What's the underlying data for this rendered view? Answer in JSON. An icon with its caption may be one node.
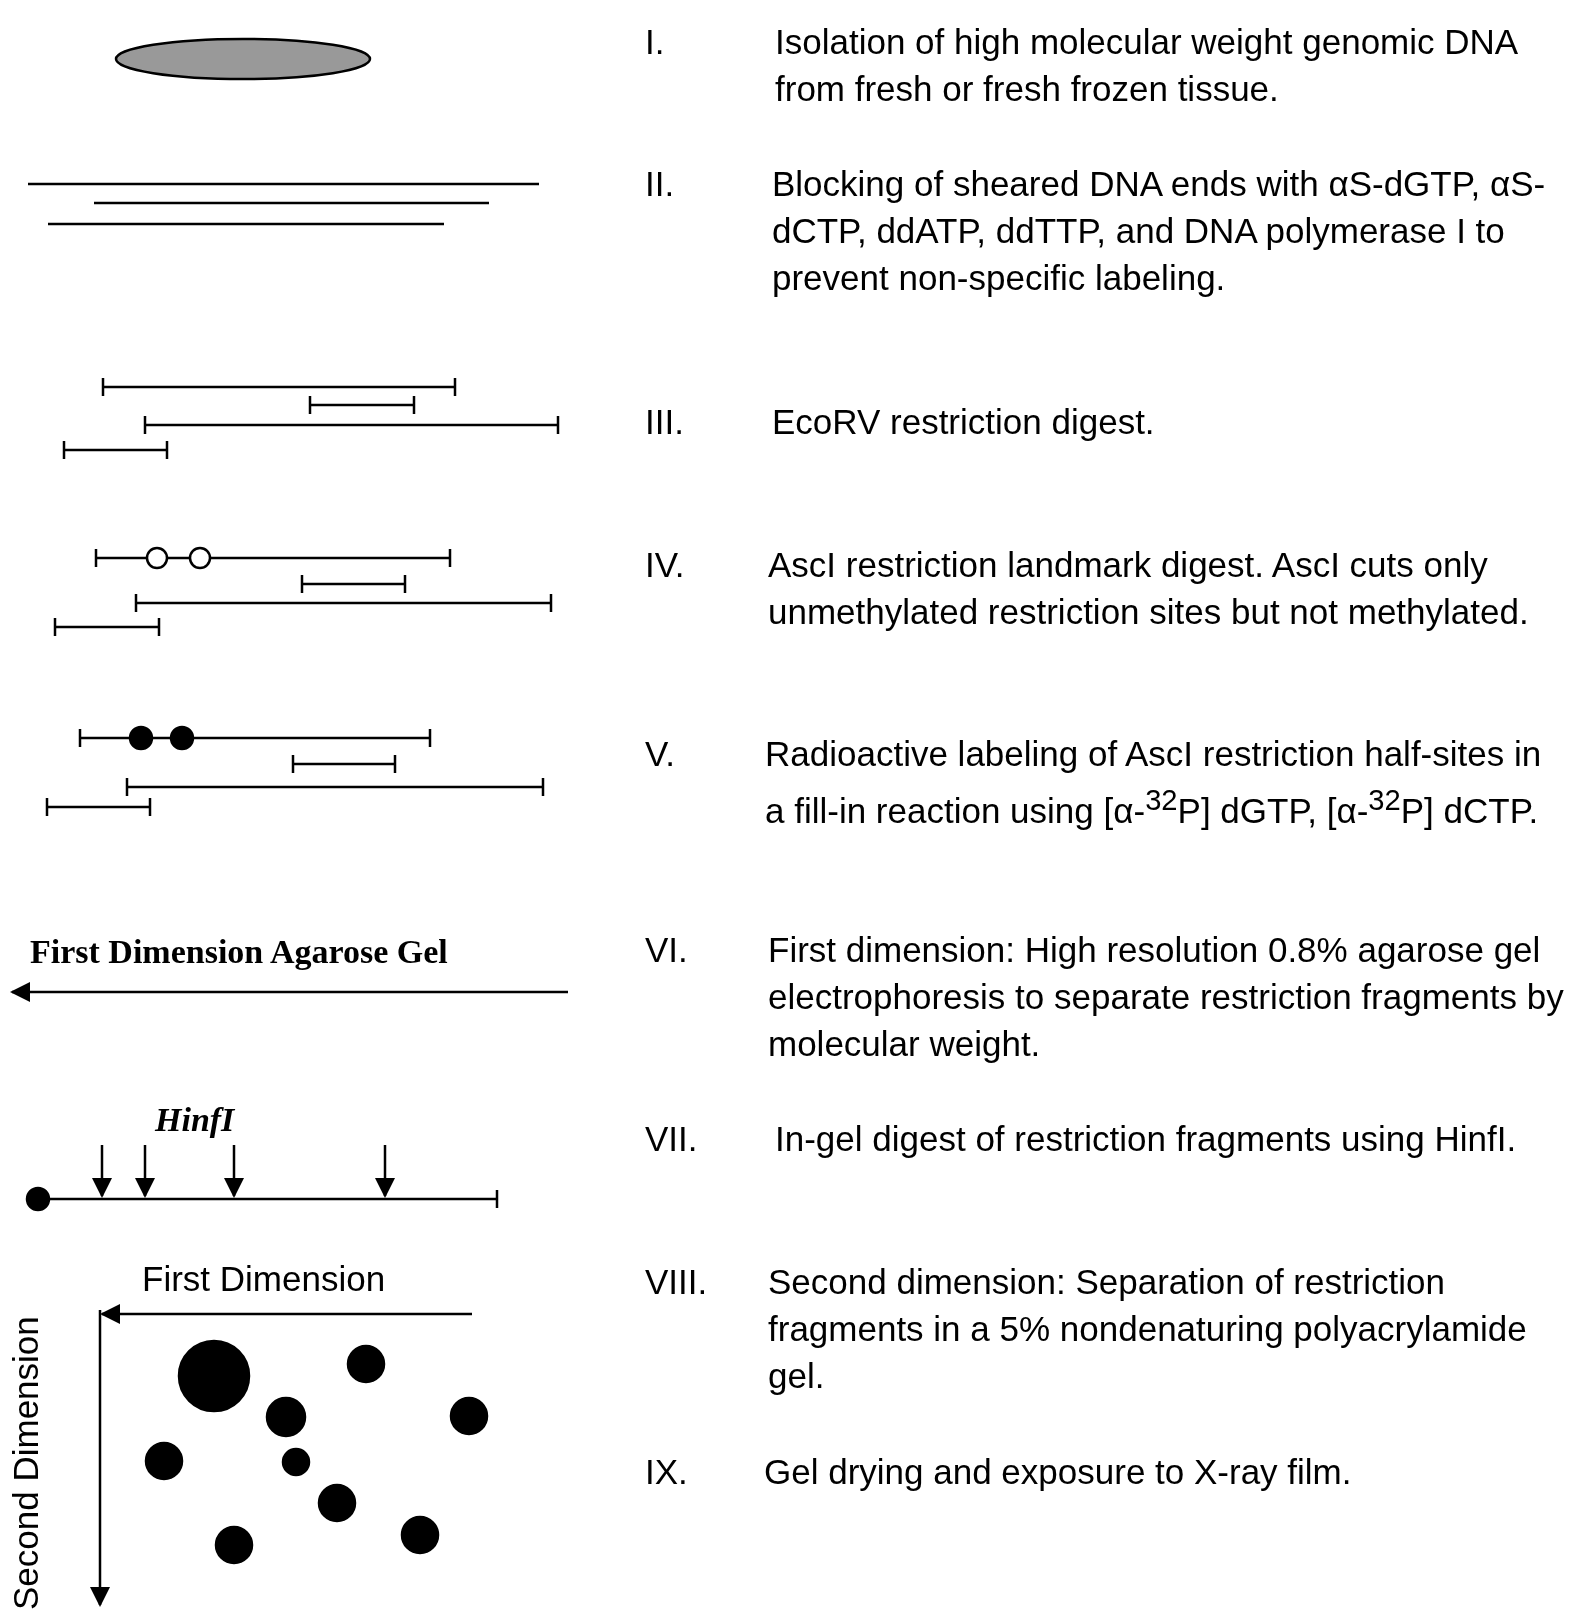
{
  "diagram": {
    "labels": [
      "I.",
      "Isolation of high molecular weight genomic DNA from fresh or fresh frozen tissue.",
      "II.",
      "Blocking of sheared DNA ends with αS-dGTP, αS-dCTP, ddATP, ddTTP, and DNA polymerase I to prevent non-specific labeling.",
      "III.",
      "EcoRV restriction digest.",
      "IV.",
      "AscI restriction landmark digest. AscI cuts only unmethylated restriction sites but not methylated.",
      "V.",
      "Radioactive labeling of AscI restriction half-sites in a fill-in reaction using [α-$^{32}$P] dGTP, [α-$^{32}$P] dCTP.",
      "First Dimension Agarose Gel",
      "VI.",
      "First dimension: High resolution 0.8% agarose gel electrophoresis to separate restriction fragments by molecular weight.",
      "HinfI",
      "VII.",
      "In-gel digest of restriction fragments using HinfI.",
      "First Dimension",
      "VIII.",
      "Second dimension: Separation of restriction fragments in a 5% nondenaturing polyacrylamide gel.",
      "IX.",
      "Gel drying and exposure to X-ray film.",
      "Second Dimension"
    ]
  }
}
